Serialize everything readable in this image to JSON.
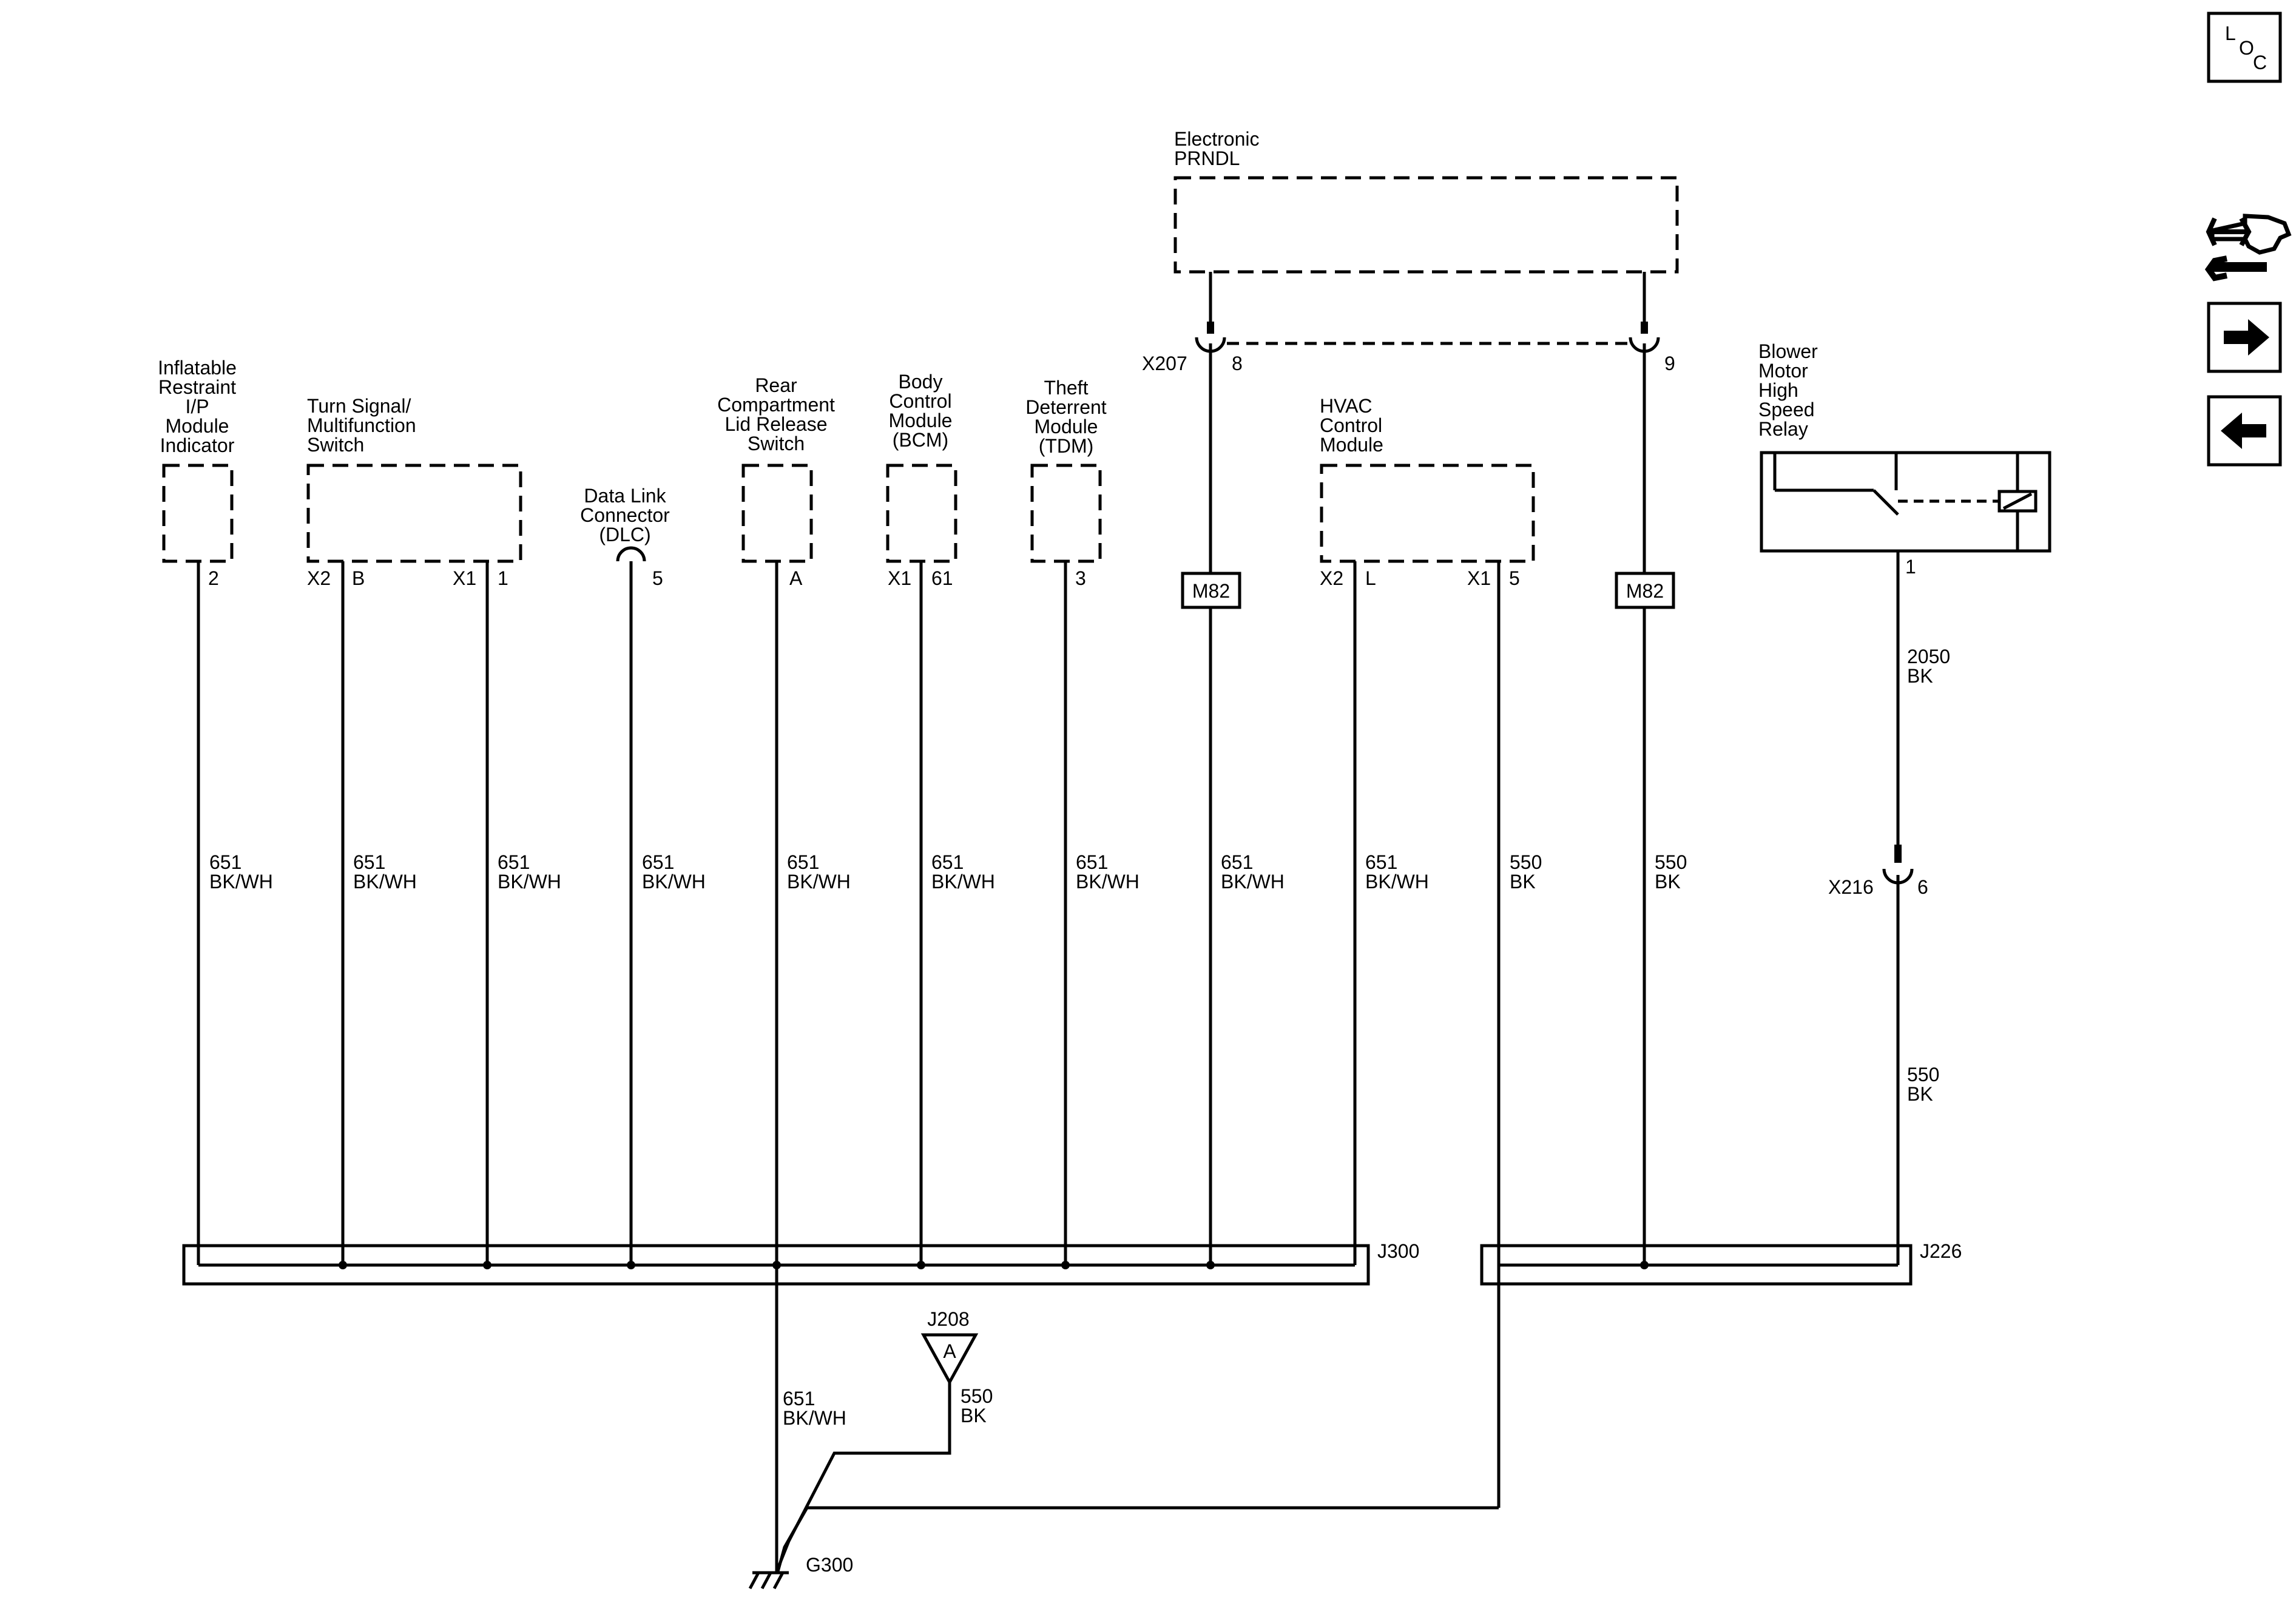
{
  "nav": {
    "loc_l": "L",
    "loc_o": "O",
    "loc_c": "C",
    "icons": [
      "loc-icon",
      "connector-tool-icon",
      "next-arrow-icon",
      "previous-arrow-icon"
    ]
  },
  "components": {
    "prndl": [
      "Electronic",
      "PRNDL"
    ],
    "ip_module": [
      "Inflatable",
      "Restraint",
      "I/P",
      "Module",
      "Indicator"
    ],
    "turn_signal": [
      "Turn Signal/",
      "Multifunction",
      "Switch"
    ],
    "dlc": [
      "Data Link",
      "Connector",
      "(DLC)"
    ],
    "rear_lid": [
      "Rear",
      "Compartment",
      "Lid Release",
      "Switch"
    ],
    "bcm": [
      "Body",
      "Control",
      "Module",
      "(BCM)"
    ],
    "tdm": [
      "Theft",
      "Deterrent",
      "Module",
      "(TDM)"
    ],
    "hvac": [
      "HVAC",
      "Control",
      "Module"
    ],
    "blower": [
      "Blower",
      "Motor",
      "High",
      "Speed",
      "Relay"
    ]
  },
  "pins": {
    "ip_pin": "2",
    "ts_x2": "X2",
    "ts_b": "B",
    "ts_x1": "X1",
    "ts_1": "1",
    "dlc_pin": "5",
    "lid_pin": "A",
    "bcm_x1": "X1",
    "bcm_61": "61",
    "tdm_pin": "3",
    "hvac_x2": "X2",
    "hvac_l": "L",
    "hvac_x1": "X1",
    "hvac_5": "5",
    "x207": "X207",
    "x207_pin8": "8",
    "x207_pin9": "9",
    "blower_pin": "1",
    "x216": "X216",
    "x216_pin": "6"
  },
  "splices": {
    "m82_a": "M82",
    "m82_b": "M82",
    "j300": "J300",
    "j226": "J226",
    "j208": "J208",
    "j208_pin": "A"
  },
  "wires": {
    "c651": "651",
    "bkwh": "BK/WH",
    "c550": "550",
    "bk": "BK",
    "c2050": "2050"
  },
  "ground": {
    "label": "G300"
  }
}
